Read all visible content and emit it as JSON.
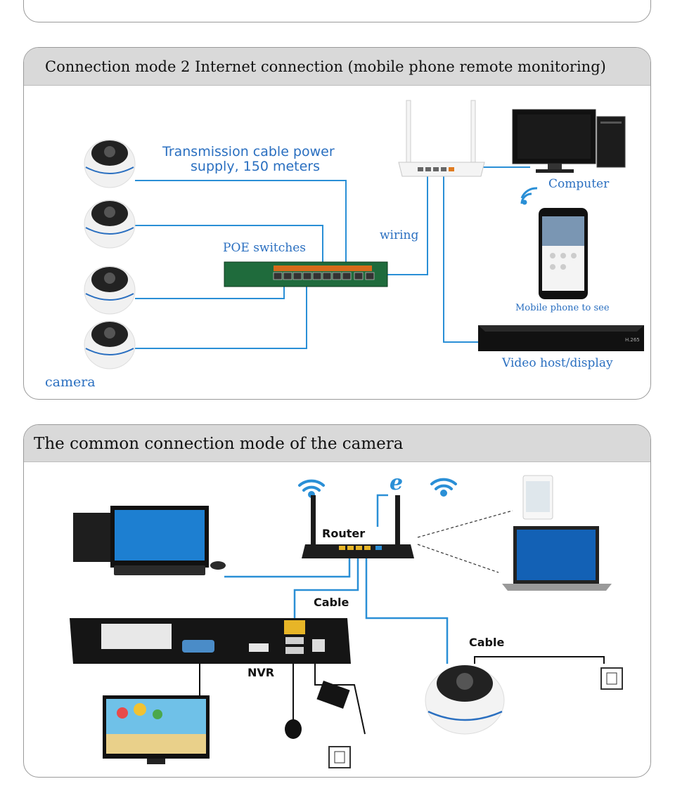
{
  "panel2": {
    "title": "Connection mode 2 Internet connection (mobile phone remote monitoring)",
    "labels": {
      "transmission": "Transmission  cable  power",
      "transmission2": "supply,  150  meters",
      "poe": "POE switches",
      "wiring": "wiring",
      "computer": "Computer",
      "mobile": "Mobile phone to see",
      "video": "Video host/display",
      "camera": "camera"
    },
    "icons": [
      "dome-camera-icon",
      "poe-switch-icon",
      "router-icon",
      "monitor-icon",
      "pc-tower-icon",
      "wifi-icon",
      "smartphone-icon",
      "nvr-box-icon"
    ]
  },
  "panel3": {
    "title": "The common connection mode of the camera",
    "labels": {
      "router": "Router",
      "cable1": "Cable",
      "cable2": "Cable",
      "nvr": "NVR"
    },
    "icons": [
      "wifi-icon",
      "ie-browser-icon",
      "desktop-pc-icon",
      "router-icon",
      "tablet-icon",
      "laptop-icon",
      "nvr-recorder-icon",
      "monitor-icon",
      "mouse-icon",
      "power-adapter-icon",
      "power-outlet-icon",
      "dome-camera-icon"
    ]
  },
  "colors": {
    "line": "#2a8fd6",
    "label": "#2a6fc0",
    "header": "#d9d9d9"
  }
}
